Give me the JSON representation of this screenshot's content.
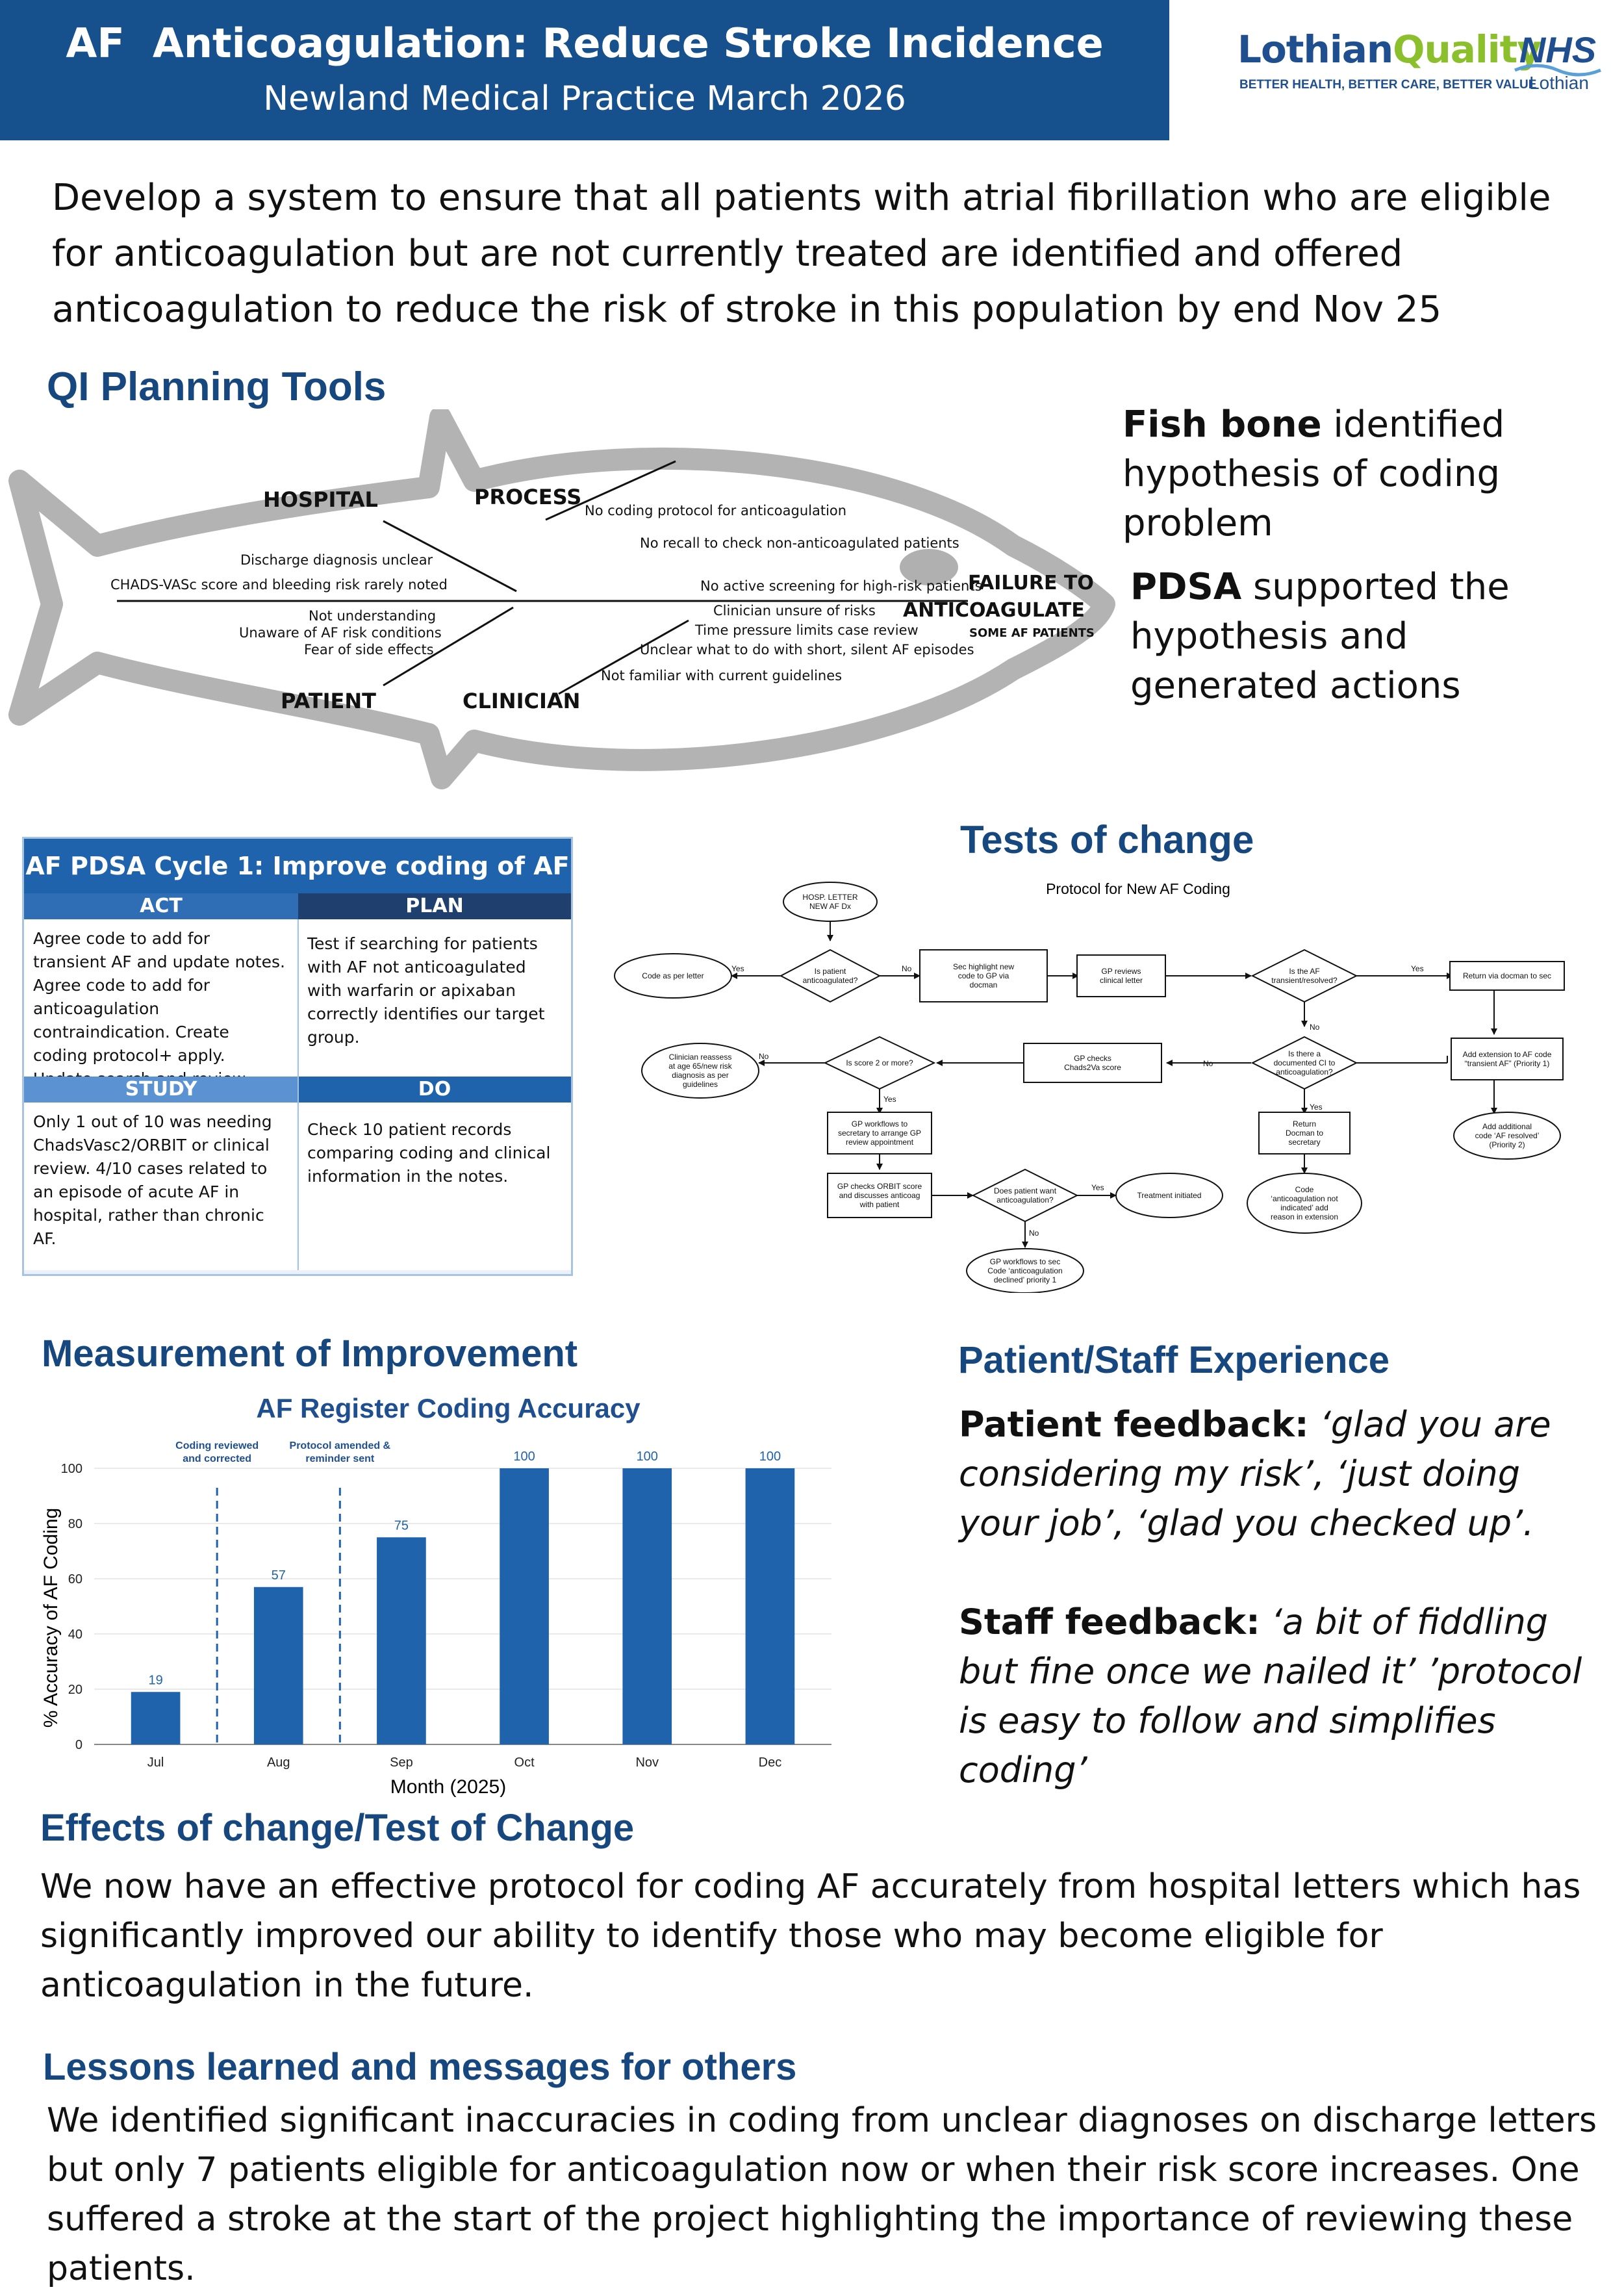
{
  "header": {
    "title": "AF  Anticoagulation: Reduce Stroke Incidence",
    "subtitle": "Newland Medical Practice March 2026",
    "brand_name_a": "Lothian",
    "brand_name_b": "Quality",
    "brand_tagline": "BETTER HEALTH, BETTER CARE, BETTER VALUE",
    "nhs_logo": "NHS",
    "nhs_sub": "Lothian"
  },
  "aim": "Develop a system to ensure that all patients with atrial fibrillation who are eligible for anticoagulation but are not currently treated are identified and offered anticoagulation to reduce the risk of stroke in this population by end Nov 25",
  "qi": {
    "title": "QI Planning Tools",
    "fishbone": {
      "categories": {
        "hospital": "HOSPITAL",
        "process": "PROCESS",
        "patient": "PATIENT",
        "clinician": "CLINICIAN"
      },
      "head_line1": "FAILURE TO",
      "head_line2": "ANTICOAGULATE",
      "head_line3": "SOME AF PATIENTS",
      "causes": {
        "h1": "Discharge diagnosis unclear",
        "h2": "CHADS-VASc score and bleeding risk rarely noted",
        "p1": "No coding protocol for anticoagulation",
        "p2": "No recall to check non-anticoagulated patients",
        "p3": "No active screening for high-risk patients",
        "pt1": "Not understanding",
        "pt2": "Unaware of AF risk conditions",
        "pt3": "Fear of side effects",
        "c1": "Clinician unsure of risks",
        "c2": "Time pressure limits case review",
        "c3": "Unclear what to do with short, silent AF episodes",
        "c4": "Not familiar with current guidelines"
      }
    },
    "fishbone_note_bold": "Fish bone",
    "fishbone_note_rest": " identified hypothesis of coding problem",
    "pdsa_note_bold": "PDSA",
    "pdsa_note_rest": " supported the hypothesis and generated actions"
  },
  "pdsa": {
    "title": "AF PDSA Cycle 1:  Improve coding of AF",
    "act_head": "ACT",
    "plan_head": "PLAN",
    "study_head": "STUDY",
    "do_head": "DO",
    "act": "Agree code to add for transient AF and update notes. Agree code to add for anticoagulation contraindication. Create coding protocol+ apply. Update search and review eligible patients.",
    "plan": "Test if searching for patients with AF not anticoagulated with warfarin or apixaban correctly identifies our target group.",
    "study": "Only 1 out of 10 was needing ChadsVasc2/ORBIT or clinical review. 4/10 cases related to an episode of acute AF in hospital, rather than chronic AF.",
    "do": "Check 10 patient records comparing coding and clinical information in the notes."
  },
  "tests": {
    "title": "Tests of change",
    "flow_title": "Protocol for New AF Coding",
    "nodes": {
      "start": [
        "HOSP. LETTER",
        "NEW AF Dx"
      ],
      "code_letter": [
        "Code as per letter"
      ],
      "is_anticoag": [
        "Is patient",
        "anticoagulated?"
      ],
      "sec_highlight": [
        "Sec highlight new",
        "code to GP via",
        "docman"
      ],
      "gp_reviews": [
        "GP reviews",
        "clinical letter"
      ],
      "is_transient": [
        "Is the AF",
        "transient/resolved?"
      ],
      "return_docman": [
        "Return via docman to sec"
      ],
      "clin_reassess": [
        "Clinician reassess",
        "at age 65/new risk",
        "diagnosis as per",
        "guidelines"
      ],
      "score2": [
        "Is score 2 or more?"
      ],
      "gp_checks": [
        "GP checks",
        "Chads2Va score"
      ],
      "documented_ci": [
        "Is there a",
        "documented CI  to",
        "anticoagulation?"
      ],
      "add_ext": [
        "Add extension to AF code",
        "“transient AF” (Priority 1)"
      ],
      "gp_workflow_sec": [
        "GP workflows to",
        "secretary to arrange GP",
        "review appointment"
      ],
      "return_sec": [
        "Return",
        "Docman to",
        "secretary"
      ],
      "add_resolved": [
        "Add additional",
        "code ‘AF resolved’",
        "(Priority 2)"
      ],
      "gp_orbit": [
        "GP checks ORBIT score",
        "and discusses anticoag",
        "with patient"
      ],
      "want_anticoag": [
        "Does patient want",
        "anticoagulation?"
      ],
      "treatment": [
        "Treatment initiated"
      ],
      "code_ci": [
        "Code",
        "‘anticoagulation not",
        "indicated’ add",
        "reason in extension"
      ],
      "declined": [
        "GP workflows to sec",
        "Code ‘anticoagulation",
        "declined’ priority 1"
      ]
    },
    "yes": "Yes",
    "no": "No"
  },
  "measurement": {
    "title": "Measurement of Improvement",
    "annotations": [
      "Coding reviewed",
      "and corrected",
      "Protocol amended &",
      "reminder sent"
    ]
  },
  "chart_data": {
    "type": "bar",
    "title": "AF Register Coding Accuracy",
    "categories": [
      "Jul",
      "Aug",
      "Sep",
      "Oct",
      "Nov",
      "Dec"
    ],
    "values": [
      19,
      57,
      75,
      100,
      100,
      100
    ],
    "xlabel": "Month (2025)",
    "ylabel": "% Accuracy of AF Coding",
    "ylim": [
      0,
      100
    ],
    "yticks": [
      0,
      20,
      40,
      60,
      80,
      100
    ],
    "grid": true,
    "bar_color": "#1f63ad",
    "annotations": [
      {
        "after_category": "Jul",
        "text": "Coding reviewed and corrected"
      },
      {
        "after_category": "Aug",
        "text": "Protocol amended & reminder sent"
      }
    ]
  },
  "experience": {
    "title": "Patient/Staff Experience",
    "patient_label": "Patient feedback:",
    "patient_quote": "‘glad you are considering my risk’, ‘just doing your job’, ‘glad you checked up’.",
    "staff_label": "Staff feedback:",
    "staff_quote": "‘a bit of fiddling but fine once we nailed it’ ’protocol is easy to follow and simplifies coding’"
  },
  "effects": {
    "title": "Effects of change/Test of Change",
    "body": "We now have an effective protocol for coding AF accurately from hospital letters which has significantly improved our ability to identify those who may become eligible for anticoagulation in the future."
  },
  "lessons": {
    "title": "Lessons learned and messages for others",
    "body": "We identified significant inaccuracies in coding from unclear diagnoses on discharge letters but only 7 patients eligible for anticoagulation now or when their risk score increases. One suffered a stroke at the start of the project highlighting the importance of reviewing these patients."
  },
  "colors": {
    "header_bg": "#16508d",
    "heading": "#17477f",
    "pdsa_dark": "#1f4f8f",
    "pdsa_light": "#2f6db5",
    "bar": "#1f63ad"
  }
}
